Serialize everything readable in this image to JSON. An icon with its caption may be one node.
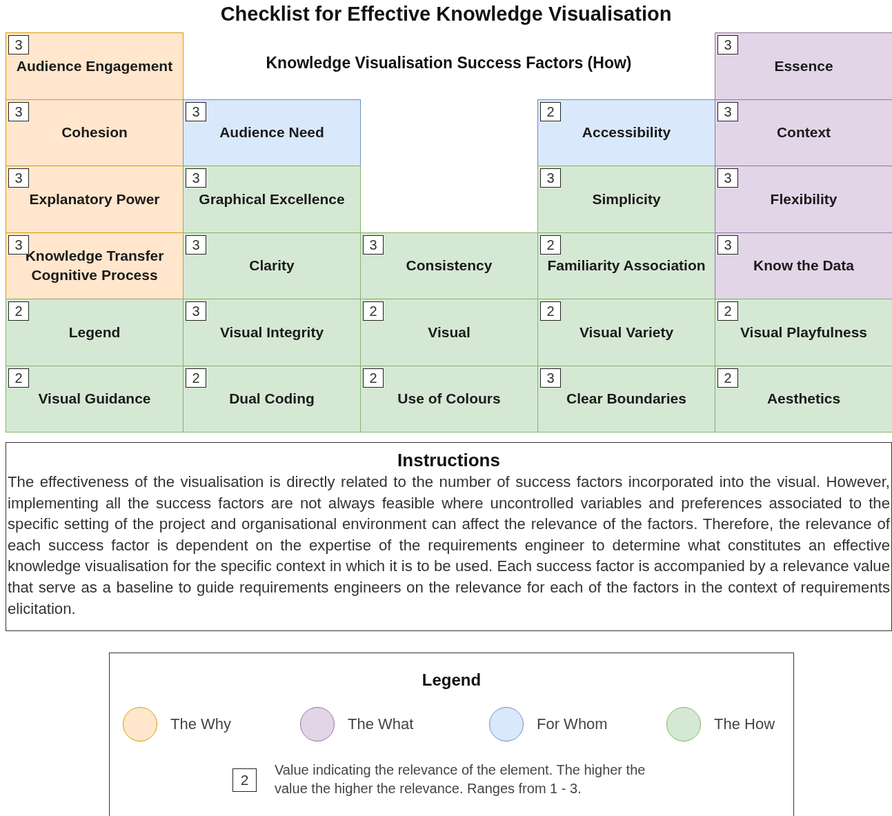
{
  "diagram": {
    "title": "Checklist for Effective Knowledge Visualisation",
    "nodes": [
      {
        "text": [
          "3",
          "Audience Engagement"
        ]
      },
      {
        "text": [
          "3",
          "Essence"
        ]
      },
      {
        "text": [
          "3",
          "Cohesion"
        ]
      },
      {
        "text": [
          "3",
          "Audience Need"
        ]
      },
      {
        "text": [
          "2",
          "Accessibility"
        ]
      },
      {
        "text": [
          "3",
          "Context"
        ]
      },
      {
        "text": [
          "3",
          "Explanatory Power"
        ]
      },
      {
        "text": [
          "3",
          "Graphical Excellence"
        ]
      },
      {
        "text": [
          "3",
          "Simplicity"
        ]
      },
      {
        "text": [
          "3",
          "Flexibility"
        ]
      },
      {
        "text": [
          "3",
          "Knowledge Transfer Cognitive Process"
        ]
      },
      {
        "text": [
          "3",
          "Clarity"
        ]
      },
      {
        "text": [
          "3",
          "Consistency"
        ]
      },
      {
        "text": [
          "2",
          "Familiarity Association"
        ]
      },
      {
        "text": [
          "3",
          "Know the Data"
        ]
      },
      {
        "text": [
          "2",
          "Legend"
        ]
      },
      {
        "text": [
          "3",
          "Visual Integrity"
        ]
      },
      {
        "text": [
          "2",
          "Visual"
        ]
      },
      {
        "text": [
          "2",
          "Visual Variety"
        ]
      },
      {
        "text": [
          "2",
          "Visual Playfulness"
        ]
      },
      {
        "text": [
          "2",
          "Visual Guidance"
        ]
      },
      {
        "text": [
          "2",
          "Dual Coding"
        ]
      },
      {
        "text": [
          "2",
          "Use of Colours"
        ]
      },
      {
        "text": [
          "3",
          "Clear Boundaries"
        ]
      },
      {
        "text": [
          "2",
          "Aesthetics"
        ]
      },
      {
        "text": [
          "Instructions",
          "The effectiveness of the visualisation is directly related to the number of success factors incorporated into the visual. However, implementing all the success factors are not always feasible where uncontrolled variables and preferences associated to the specific setting of the project and organisational environment can affect the relevance of the factors. Therefore, the relevance of each success factor is dependent on the expertise of the requirements engineer to determine what constitutes an effective knowledge visualisation for the specific context in which it is to be used. Each success factor is accompanied by a relevance value that serve as a baseline to guide requirements engineers on the relevance for each of the factors in the context of requirements elicitation."
        ]
      }
    ],
    "labels": [
      "Knowledge Visualisation Success Factors (How)",
      "Legend",
      "2"
    ],
    "legend": [
      {
        "text": "The Why",
        "color": "#ffe6cc"
      },
      {
        "text": "The What",
        "color": "#e1d5e7"
      },
      {
        "text": "For Whom",
        "color": "#dae8fc"
      },
      {
        "text": "The How",
        "color": "#d5e8d4"
      },
      {
        "text": "Value indicating the relevance of the element. The higher the value the higher the relevance. Ranges from 1 - 3."
      }
    ]
  }
}
